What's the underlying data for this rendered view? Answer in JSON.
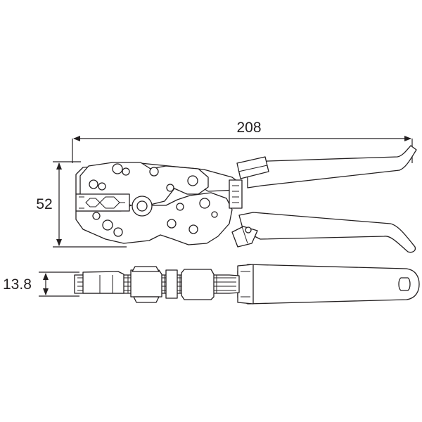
{
  "dimensions": {
    "length": "208",
    "height": "52",
    "thickness": "13.8"
  },
  "colors": {
    "line": "#231f20",
    "background": "#ffffff"
  }
}
